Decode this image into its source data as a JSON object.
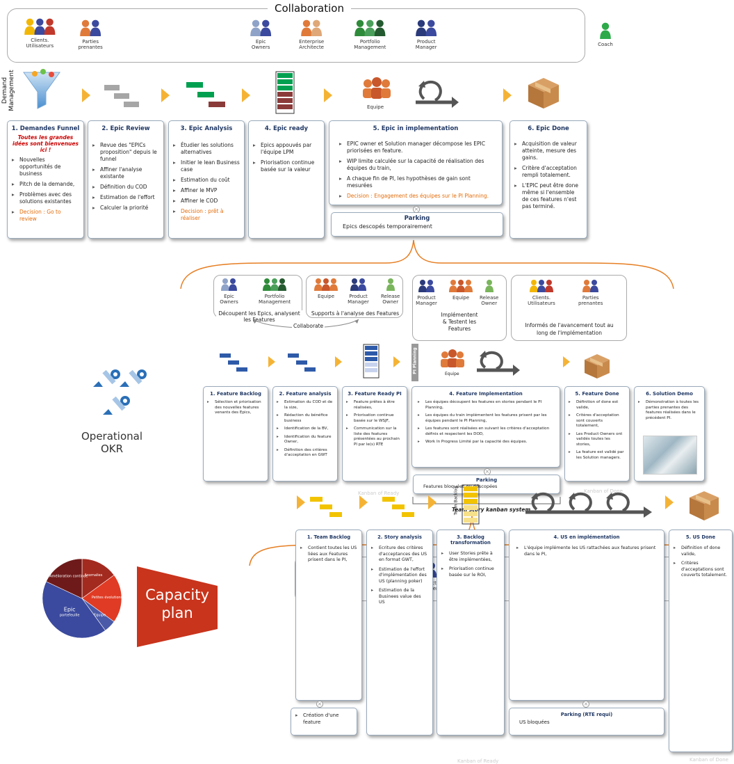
{
  "title": "Collaboration",
  "demand_label": "Demand\nManagement",
  "top_people": [
    {
      "label": "Clients.\nUtilisateurs",
      "icon": "users-group-icon"
    },
    {
      "label": "Parties\nprenantes",
      "icon": "stakeholders-icon"
    },
    {
      "label": "Epic\nOwners",
      "icon": "epic-owners-icon"
    },
    {
      "label": "Enterprise\nArchitecte",
      "icon": "architect-icon"
    },
    {
      "label": "Portfolio\nManagement",
      "icon": "portfolio-icon"
    },
    {
      "label": "Product\nManager",
      "icon": "product-manager-icon"
    },
    {
      "label": "Coach",
      "icon": "coach-icon"
    }
  ],
  "equipe_label": "Equipe",
  "stage1": {
    "title": "1. Demandes Funnel",
    "subtitle": "Toutes les grandes idées sont bienvenues ici !",
    "items": [
      "Nouvelles opportunités de business",
      "Pitch de la demande,",
      "Problèmes avec des solutions existantes"
    ],
    "decision": "Decision : Go to review"
  },
  "stage2": {
    "title": "2. Epic Review",
    "items": [
      "Revue des \"EPICs proposition\" depuis le funnel",
      "Affiner l'analyse existante",
      "Définition du COD",
      "Estimation de l'effort",
      "Calculer la priorité"
    ]
  },
  "stage3": {
    "title": "3. Epic Analysis",
    "items": [
      "Étudier les solutions alternatives",
      "Initier le lean Business case",
      "Estimation du coût",
      "Affiner le MVP",
      "Affiner le COD"
    ],
    "decision": "Decision : prêt à réaliser"
  },
  "stage4": {
    "title": "4. Epic ready",
    "items": [
      "Epics appouvés par l'équipe LPM",
      "Priorisation continue basée sur la valeur"
    ]
  },
  "stage5": {
    "title": "5. Epic in implementation",
    "items": [
      "EPIC owner et Solution manager décompose les EPIC priorisées en feature.",
      "WIP limite calculée sur la capacité de réalisation des équipes du train,",
      "A chaque fin de PI, les hypothèses de gain sont mesurées"
    ],
    "decision": "Decision : Engagement des équipes sur le PI Planning."
  },
  "stage6": {
    "title": "6. Epic Done",
    "items": [
      "Acquisition de valeur atteinte, mesure des gains.",
      "Critère d'acceptation rempli totalement.",
      "L'EPIC peut être done même si l'ensemble de ces features n'est pas terminé."
    ]
  },
  "parking1": {
    "title": "Parking",
    "item": "Epics descopés temporairement"
  },
  "mid_groups": {
    "g1_people": [
      "Epic\nOwners",
      "Portfolio\nManagement"
    ],
    "g1_caption": "Découpent les Epics, analysent les Features",
    "g2_people": [
      "Equipe",
      "Product\nManager",
      "Release\nOwner"
    ],
    "g2_caption": "Supports à l'analyse des Features",
    "collaborate": "Collaborate",
    "g3_people": [
      "Product\nManager",
      "Equipe",
      "Release\nOwner"
    ],
    "g3_caption": "Implémentent\n& Testent les\nFeatures",
    "g4_people": [
      "Clients.\nUtilisateurs",
      "Parties\nprenantes"
    ],
    "g4_caption": "Informés de l'avancement tout au long de l'implémentation"
  },
  "pi_planning": "PI Planning",
  "okr_label": "Operational\nOKR",
  "f1": {
    "title": "1. Feature Backlog",
    "items": [
      "Sélection et priorisation des nouvelles features venants des Epics,"
    ]
  },
  "f2": {
    "title": "2. Feature analysis",
    "items": [
      "Estimation du COD et de la size,",
      "Rédaction du bénéfice business",
      "Identification de la BV,",
      "Identification du feature Owner,",
      "Définition des critères d'acceptation en GWT"
    ]
  },
  "f3": {
    "title": "3. Feature Ready PI",
    "items": [
      "Feature prêtes à être réalisées,",
      "Priorisation continue basée sur le WSJF,",
      "Communication sur la liste des features présentées au prochain PI par le(s) RTE"
    ]
  },
  "f4": {
    "title": "4. Feature Implementation",
    "items": [
      "Les équipes découpent les features en stories pendant le PI Planning,",
      "Les équipes du train implémentent les features prisent par les équipes pendant le PI Planning,",
      "Les features sont réalisées en suivant les critères d'acceptation définis et respectent les DOD,",
      "Work In Progress Limité par la capacité des équipes."
    ]
  },
  "f5": {
    "title": "5. Feature Done",
    "items": [
      "Définition of done est valide,",
      "Critères d'acceptation sont couverts totalement,",
      "Les Product Owners ont validés toutes les stories,",
      "La feature est validé par les Solution managers."
    ]
  },
  "f6": {
    "title": "6. Solution Demo",
    "items": [
      "Démonstration à toutes les parties prenantes des features réalisées dans le précédent PI."
    ]
  },
  "parking2": {
    "title": "Parking",
    "item": "Features bloquées ou déscopées"
  },
  "kanban_ready": "Kanban of Ready",
  "kanban_done": "Kanban of Done",
  "team_story": "Team story kanban system",
  "bottom_people": [
    "Clients.\nUtilisateurs",
    "Release\nOwner",
    "Product\nManager",
    "System\nArchitecte",
    "Product\nOwner",
    "Scrum\nMaster",
    "Equipe"
  ],
  "team_backlog_label": "Team Backlog",
  "pie": {
    "segments": [
      {
        "label": "Anomalies",
        "value": 15,
        "color": "#a32a1f"
      },
      {
        "label": "Petites évolutions",
        "value": 20,
        "color": "#e03b24"
      },
      {
        "label": "Equipe",
        "value": 5,
        "color": "#4a5aa8"
      },
      {
        "label": "Epic\nportefeuille",
        "value": 42,
        "color": "#3b4a9e"
      },
      {
        "label": "Amélioration continue",
        "value": 18,
        "color": "#6e1a1a"
      }
    ]
  },
  "capacity": "Capacity\nplan",
  "t1": {
    "title": "1. Team Backlog",
    "items": [
      "Contient toutes les US liées aux Features prisent dans le PI,"
    ]
  },
  "t2": {
    "title": "2. Story analysis",
    "items": [
      "Ecriture des critères d'acceptances des US en format GWT,",
      "Estimation de l'effort d'implémentation des US (planning poker)",
      "Estimation de la Businees value des US"
    ]
  },
  "t3": {
    "title": "3. Backlog transformation",
    "items": [
      "User Stories prête à être implémentées,",
      "Priorisation continue basée sur le ROI,"
    ]
  },
  "t4": {
    "title": "4. US en implémentation",
    "items": [
      "L'équipe implémente les US rattachées aux features prisent dans le PI,"
    ]
  },
  "t5": {
    "title": "5. US Done",
    "items": [
      "Définition of done valide,",
      "Critères d'acceptations sont couverts totalement."
    ]
  },
  "t_create": {
    "item": "Création d'une feature"
  },
  "parking3": {
    "title": "Parking (RTE requi)",
    "item": "US bloquées"
  }
}
